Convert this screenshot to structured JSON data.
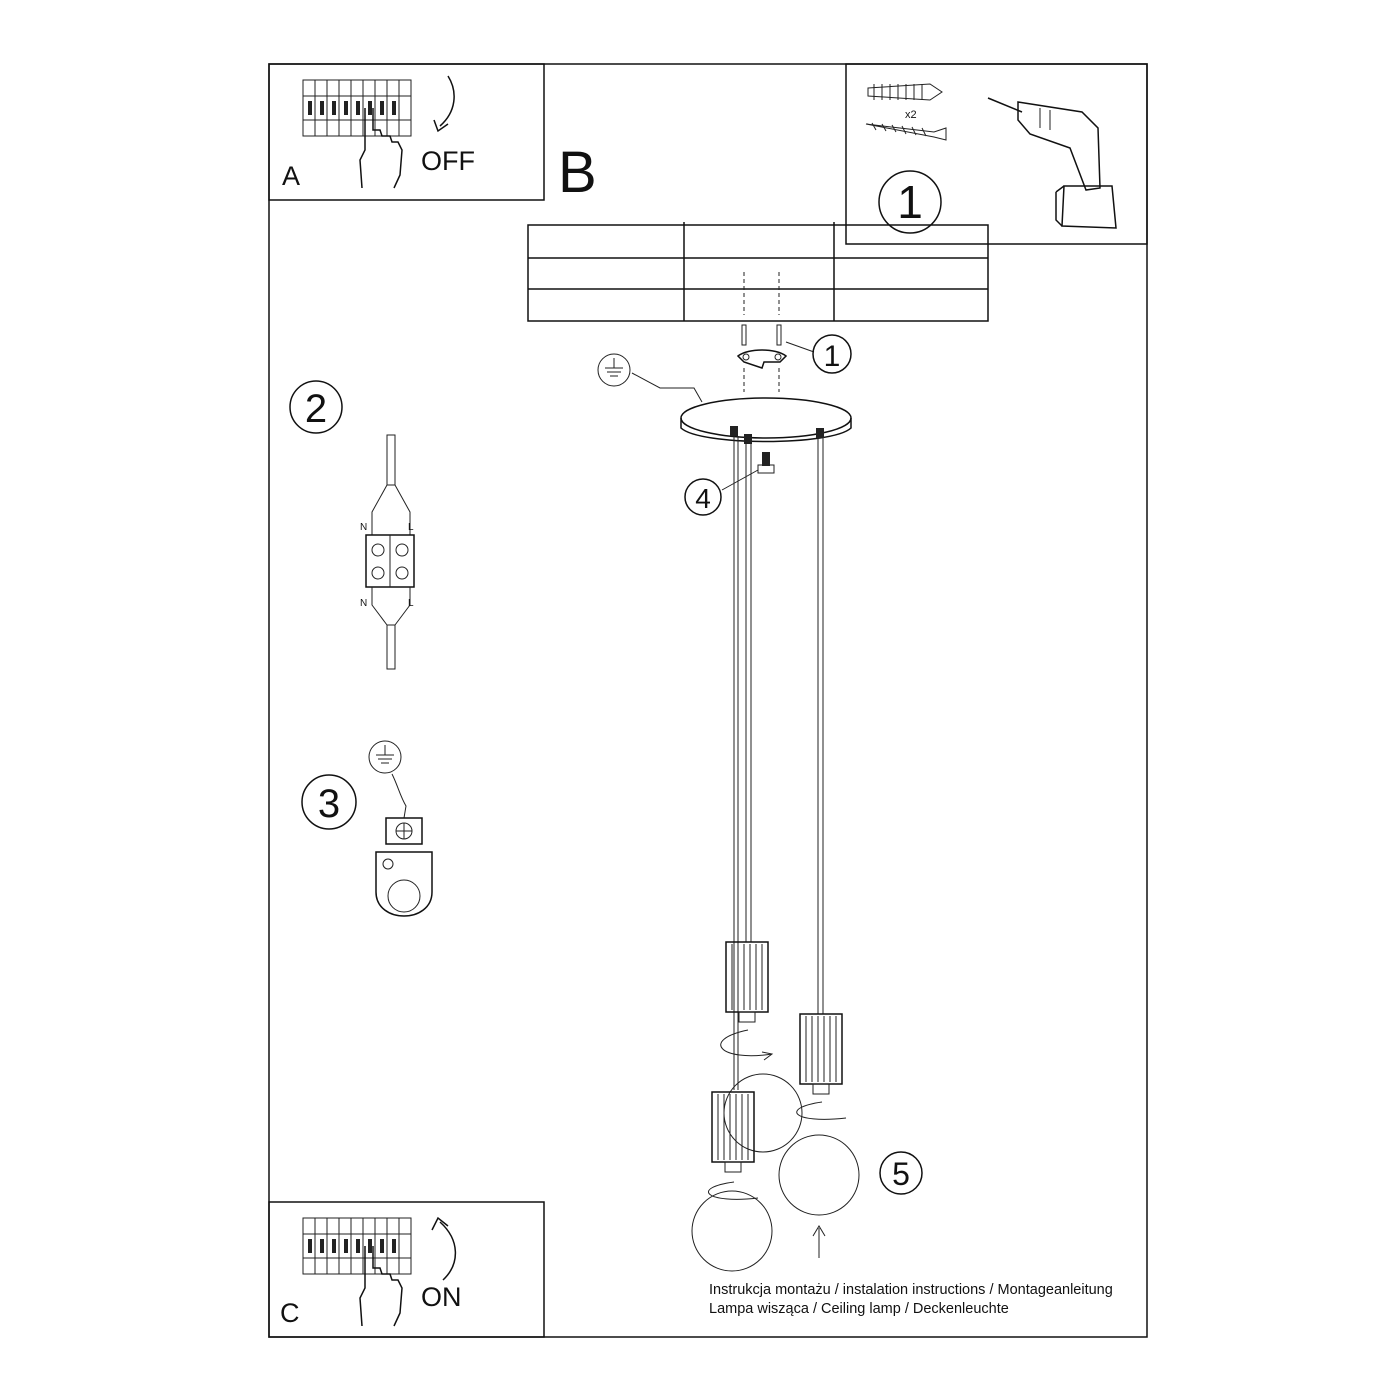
{
  "panels": {
    "a": {
      "letter": "A",
      "action": "OFF"
    },
    "b": {
      "letter": "B"
    },
    "c": {
      "letter": "C",
      "action": "ON"
    }
  },
  "steps": {
    "s1_top": "1",
    "s1_bracket": "1",
    "s2": "2",
    "s3": "3",
    "s4": "4",
    "s5": "5"
  },
  "kit": {
    "quantity": "x2"
  },
  "terminal": {
    "n_top": "N",
    "l_top": "L",
    "n_bottom": "N",
    "l_bottom": "L"
  },
  "footer": {
    "line1": "Instrukcja montażu / instalation instructions / Montageanleitung",
    "line2": "Lampa wisząca / Ceiling lamp / Deckenleuchte"
  }
}
